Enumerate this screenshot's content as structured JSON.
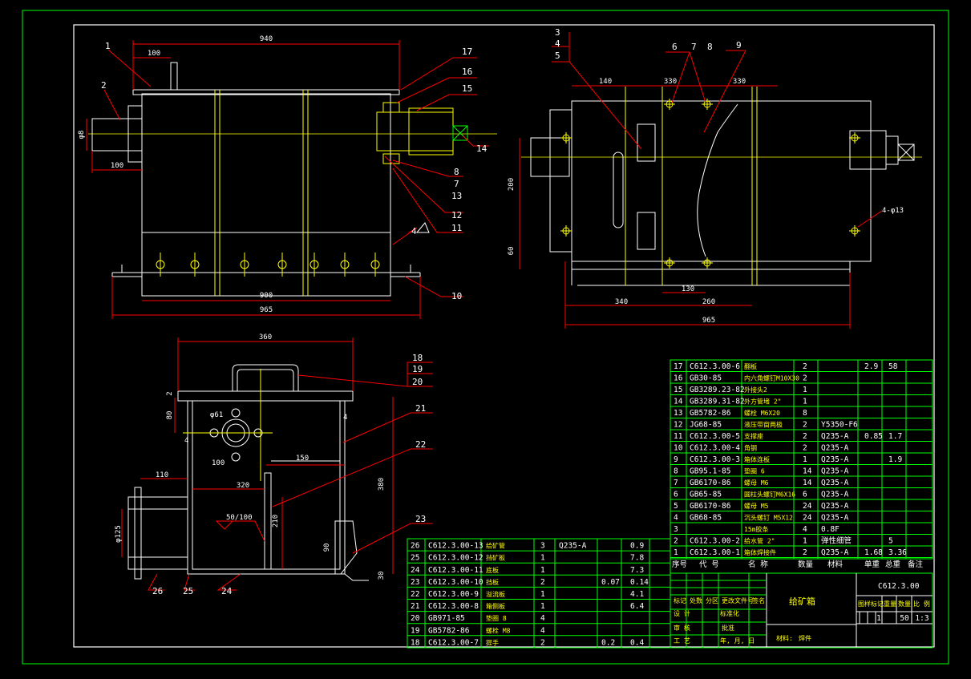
{
  "drawing": {
    "front_view": {
      "dims": {
        "overall_top": "940",
        "flange": "100",
        "left_dia": "φ8",
        "left_ext": "100",
        "base_inner": "900",
        "base_outer": "965"
      },
      "callouts": [
        "1",
        "2",
        "17",
        "16",
        "15",
        "14",
        "8",
        "7",
        "13",
        "12",
        "11",
        "10"
      ],
      "weld_symbol": "4"
    },
    "side_view": {
      "dims": {
        "d140": "140",
        "d330a": "330",
        "d330b": "330",
        "v200": "200",
        "v60": "60",
        "d130": "130",
        "d340": "340",
        "d260": "260",
        "d965": "965",
        "holes": "4-φ13"
      },
      "callouts": [
        "3",
        "4",
        "5",
        "6",
        "7",
        "8",
        "9"
      ]
    },
    "section_view": {
      "dims": {
        "top": "360",
        "left_dia": "φ61",
        "d80": "80",
        "d2": "2",
        "d4": "4",
        "d100": "100",
        "d110": "110",
        "d320": "320",
        "d150": "150",
        "d380": "380",
        "d210": "210",
        "d90": "90",
        "d30": "30",
        "bottom_dia": "φ125",
        "note": "50/100",
        "weld": "4"
      },
      "callouts": [
        "18",
        "19",
        "20",
        "21",
        "22",
        "23",
        "24",
        "25",
        "26"
      ]
    }
  },
  "bom_right": [
    {
      "no": "17",
      "code": "C612.3.00-6",
      "name": "翻板",
      "qty": "2",
      "mat": "",
      "unit": "2.9",
      "total": "58"
    },
    {
      "no": "16",
      "code": "GB30-85",
      "name": "内六角螺钉M10X30",
      "qty": "2",
      "mat": "",
      "unit": "",
      "total": ""
    },
    {
      "no": "15",
      "code": "GB3289.23-82",
      "name": "外接头2",
      "qty": "1",
      "mat": "",
      "unit": "",
      "total": ""
    },
    {
      "no": "14",
      "code": "GB3289.31-82",
      "name": "外方管堵 2\"",
      "qty": "1",
      "mat": "",
      "unit": "",
      "total": ""
    },
    {
      "no": "13",
      "code": "GB5782-86",
      "name": "螺栓 M6X20",
      "qty": "8",
      "mat": "",
      "unit": "",
      "total": ""
    },
    {
      "no": "12",
      "code": "JG68-85",
      "name": "液压带窗两极",
      "qty": "2",
      "mat": "Y5350-F6",
      "unit": "",
      "total": ""
    },
    {
      "no": "11",
      "code": "C612.3.00-5",
      "name": "支撑座",
      "qty": "2",
      "mat": "Q235-A",
      "unit": "0.85",
      "total": "1.7"
    },
    {
      "no": "10",
      "code": "C612.3.00-4",
      "name": "角钢",
      "qty": "2",
      "mat": "Q235-A",
      "unit": "",
      "total": ""
    },
    {
      "no": "9",
      "code": "C612.3.00-3",
      "name": "箱体连板",
      "qty": "1",
      "mat": "Q235-A",
      "unit": "",
      "total": "1.9"
    },
    {
      "no": "8",
      "code": "GB95.1-85",
      "name": "垫圈 6",
      "qty": "14",
      "mat": "Q235-A",
      "unit": "",
      "total": ""
    },
    {
      "no": "7",
      "code": "GB6170-86",
      "name": "螺母 M6",
      "qty": "14",
      "mat": "Q235-A",
      "unit": "",
      "total": ""
    },
    {
      "no": "6",
      "code": "GB65-85",
      "name": "圆柱头螺钉M6X16",
      "qty": "6",
      "mat": "Q235-A",
      "unit": "",
      "total": ""
    },
    {
      "no": "5",
      "code": "GB6170-86",
      "name": "螺母 M5",
      "qty": "24",
      "mat": "Q235-A",
      "unit": "",
      "total": ""
    },
    {
      "no": "4",
      "code": "GB68-85",
      "name": "沉头螺钉 M5X12",
      "qty": "24",
      "mat": "Q235-A",
      "unit": "",
      "total": ""
    },
    {
      "no": "3",
      "code": "",
      "name": "15m胶条",
      "qty": "4",
      "mat": "0.8F",
      "unit": "",
      "total": ""
    },
    {
      "no": "2",
      "code": "C612.3.00-2",
      "name": "给水管 2\"",
      "qty": "1",
      "mat": "弹性细管",
      "unit": "",
      "total": "5"
    },
    {
      "no": "1",
      "code": "C612.3.00-1",
      "name": "箱体焊接件",
      "qty": "2",
      "mat": "Q235-A",
      "unit": "1.68",
      "total": "3.36"
    }
  ],
  "bom_header": {
    "no": "序号",
    "code": "代  号",
    "name": "名  称",
    "qty": "数量",
    "mat": "材料",
    "unit": "单重",
    "total": "总重",
    "note": "备注"
  },
  "bom_left": [
    {
      "no": "26",
      "code": "C612.3.00-13",
      "name": "给矿管",
      "qty": "3",
      "mat": "Q235-A",
      "unit": "",
      "total": "0.9"
    },
    {
      "no": "25",
      "code": "C612.3.00-12",
      "name": "挡矿板",
      "qty": "1",
      "mat": "",
      "unit": "",
      "total": "7.8"
    },
    {
      "no": "24",
      "code": "C612.3.00-11",
      "name": "底板",
      "qty": "1",
      "mat": "",
      "unit": "",
      "total": "7.3"
    },
    {
      "no": "23",
      "code": "C612.3.00-10",
      "name": "挡板",
      "qty": "2",
      "mat": "",
      "unit": "0.07",
      "total": "0.14"
    },
    {
      "no": "22",
      "code": "C612.3.00-9",
      "name": "溢流板",
      "qty": "1",
      "mat": "",
      "unit": "",
      "total": "4.1"
    },
    {
      "no": "21",
      "code": "C612.3.00-8",
      "name": "箱侧板",
      "qty": "1",
      "mat": "",
      "unit": "",
      "total": "6.4"
    },
    {
      "no": "20",
      "code": "GB971-85",
      "name": "垫圈 8",
      "qty": "4",
      "mat": "",
      "unit": "",
      "total": ""
    },
    {
      "no": "19",
      "code": "GB5782-86",
      "name": "螺栓 M8",
      "qty": "4",
      "mat": "",
      "unit": "",
      "total": ""
    },
    {
      "no": "18",
      "code": "C612.3.00-7",
      "name": "提手",
      "qty": "2",
      "mat": "",
      "unit": "0.2",
      "total": "0.4"
    }
  ],
  "title_block": {
    "drawing_no": "C612.3.00",
    "title": "给矿箱",
    "material_label": "材料:",
    "material_value": "焊件",
    "stage_header": "图样标记",
    "weight_header": "重量",
    "qty_header": "数量",
    "scale_header": "比 例",
    "qty_value": "1",
    "weight_value": "50",
    "scale_value": "1:3",
    "rev_headers": [
      "标记",
      "处数",
      "分区",
      "更改文件号",
      "签名"
    ],
    "row_labels": [
      "设 计",
      "标准化",
      "审 核",
      "批准",
      "工 艺"
    ],
    "date_label": "年, 月, 日"
  }
}
